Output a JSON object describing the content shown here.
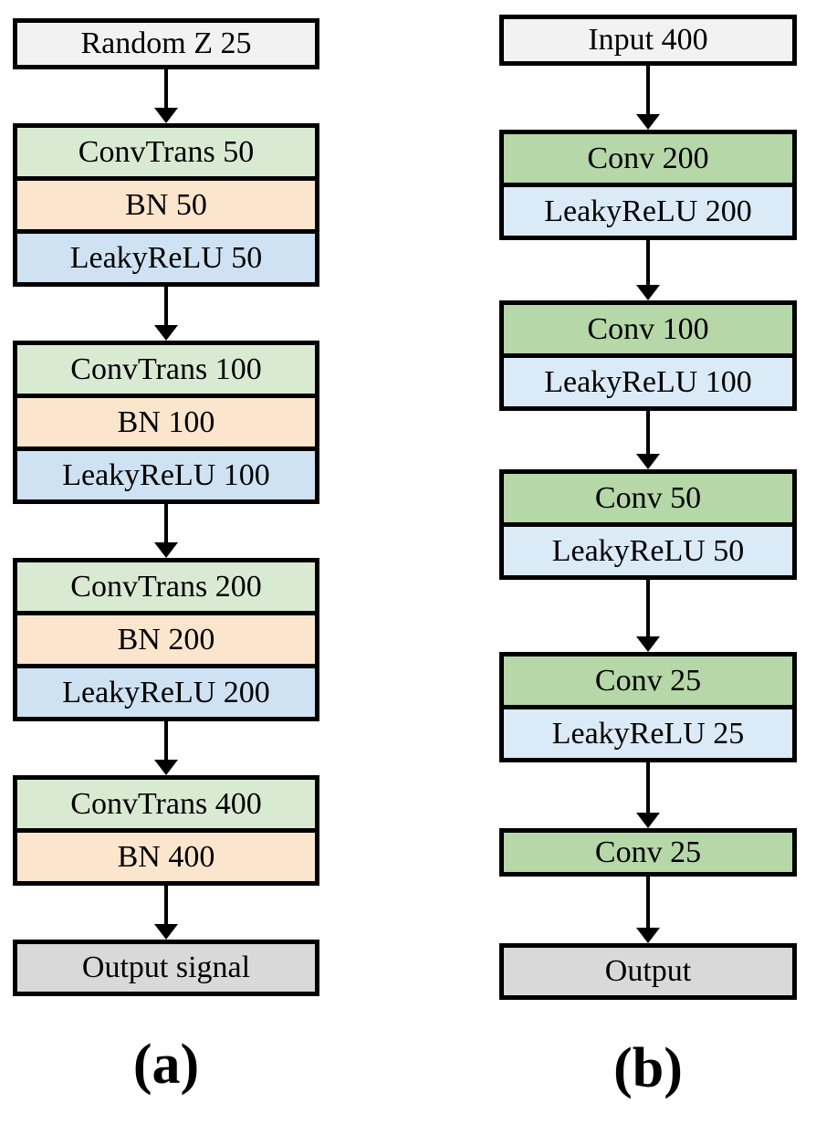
{
  "colors": {
    "background": "#ffffff",
    "border": "#000000",
    "io-fill": "#f2f2f2",
    "output-fill": "#d9d9d9",
    "convtrans-fill": "#d9ead3",
    "bn-fill": "#fce5cd",
    "lrelu-a-fill": "#cfe2f3",
    "conv-fill": "#b6d7a8",
    "lrelu-b-fill": "#dbeaf7"
  },
  "generator": {
    "input_label": "Random Z 25",
    "blocks": [
      {
        "rows": [
          "ConvTrans 50",
          "BN 50",
          "LeakyReLU 50"
        ]
      },
      {
        "rows": [
          "ConvTrans 100",
          "BN 100",
          "LeakyReLU 100"
        ]
      },
      {
        "rows": [
          "ConvTrans 200",
          "BN 200",
          "LeakyReLU 200"
        ]
      },
      {
        "rows": [
          "ConvTrans 400",
          "BN 400"
        ]
      }
    ],
    "output_label": "Output signal",
    "caption": "(a)"
  },
  "discriminator": {
    "input_label": "Input 400",
    "blocks": [
      {
        "rows": [
          "Conv 200",
          "LeakyReLU 200"
        ]
      },
      {
        "rows": [
          "Conv 100",
          "LeakyReLU 100"
        ]
      },
      {
        "rows": [
          "Conv 50",
          "LeakyReLU 50"
        ]
      },
      {
        "rows": [
          "Conv 25",
          "LeakyReLU 25"
        ]
      },
      {
        "rows": [
          "Conv 25"
        ]
      }
    ],
    "output_label": "Output",
    "caption": "(b)"
  }
}
